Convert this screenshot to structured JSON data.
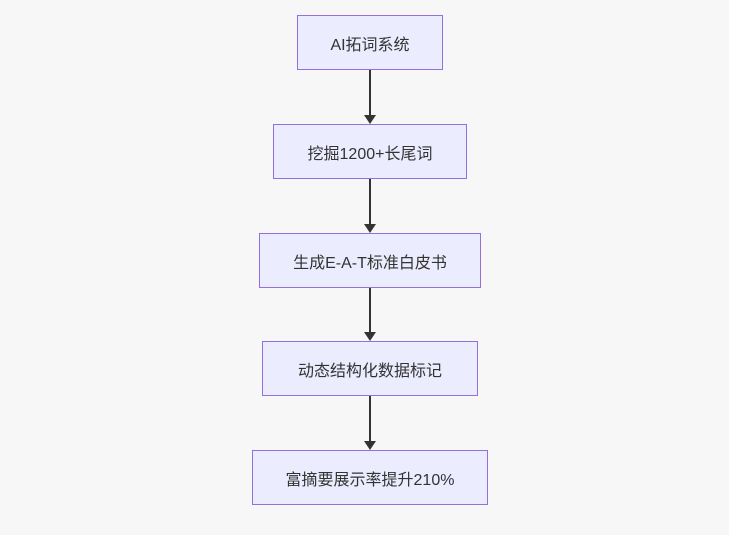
{
  "diagram": {
    "type": "flowchart",
    "direction": "top-down",
    "colors": {
      "canvas_bg": "#f7f7f7",
      "node_fill": "#ECECFF",
      "node_border": "#9370DB",
      "node_text": "#333333",
      "arrow_color": "#333333"
    },
    "nodes": [
      {
        "id": "n1",
        "label": "AI拓词系统"
      },
      {
        "id": "n2",
        "label": "挖掘1200+长尾词"
      },
      {
        "id": "n3",
        "label": "生成E-A-T标准白皮书"
      },
      {
        "id": "n4",
        "label": "动态结构化数据标记"
      },
      {
        "id": "n5",
        "label": "富摘要展示率提升210%"
      }
    ],
    "edges": [
      {
        "from": "n1",
        "to": "n2"
      },
      {
        "from": "n2",
        "to": "n3"
      },
      {
        "from": "n3",
        "to": "n4"
      },
      {
        "from": "n4",
        "to": "n5"
      }
    ]
  }
}
